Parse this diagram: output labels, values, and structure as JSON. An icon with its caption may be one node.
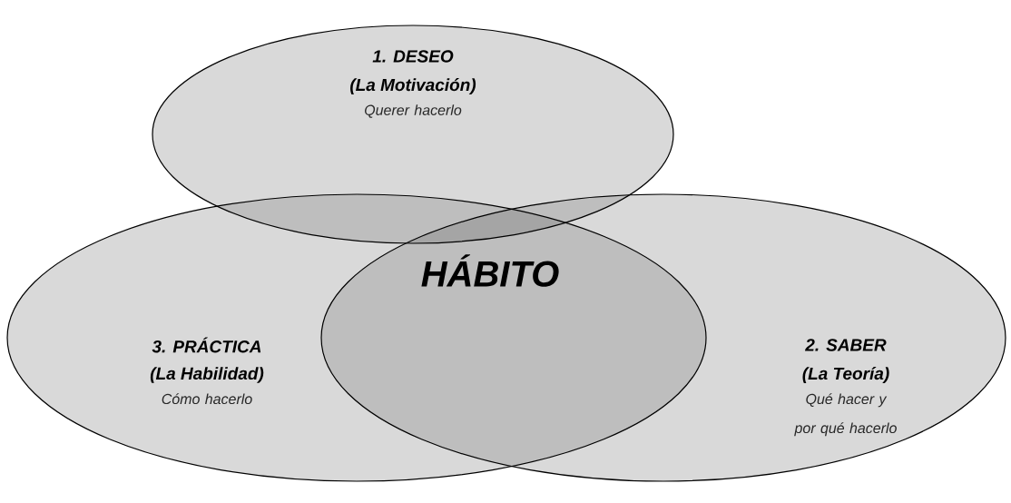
{
  "diagram": {
    "nodes": [
      {
        "text": [
          "1. DESEO",
          "(La Motivación)",
          "Querer hacerlo"
        ]
      },
      {
        "text": [
          "3. PRÁCTICA",
          "(La Habilidad)",
          "Cómo hacerlo"
        ]
      },
      {
        "text": [
          "2. SABER",
          "(La Teoría)",
          "Qué hacer y por qué hacerlo"
        ]
      }
    ],
    "labels": [
      "HÁBITO"
    ]
  }
}
